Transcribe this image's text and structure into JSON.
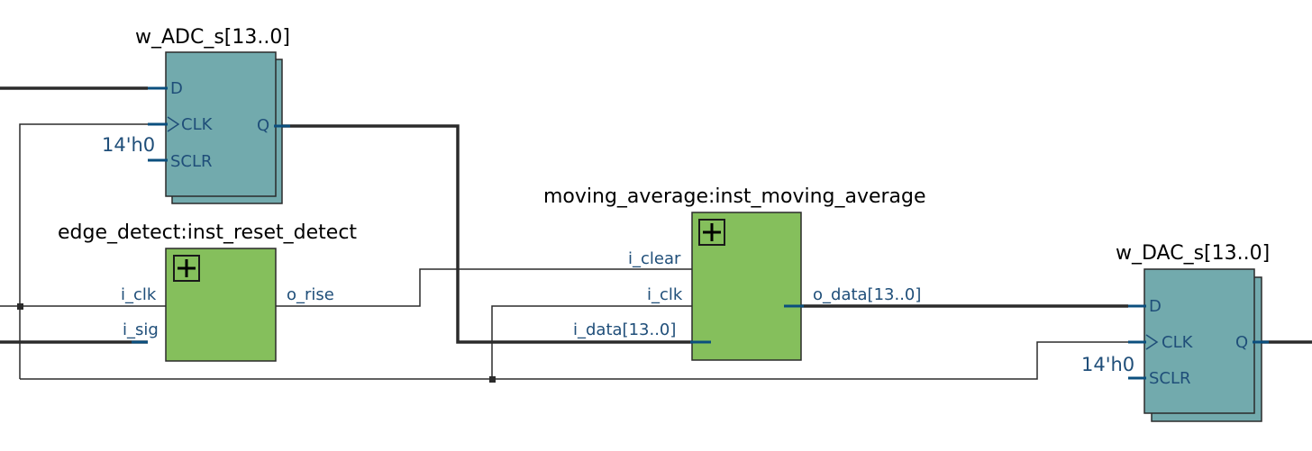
{
  "registers": {
    "adc": {
      "title": "w_ADC_s[13..0]",
      "ports": {
        "d": "D",
        "clk": "CLK",
        "sclr": "SCLR",
        "q": "Q"
      },
      "sclr_const": "14'h0"
    },
    "dac": {
      "title": "w_DAC_s[13..0]",
      "ports": {
        "d": "D",
        "clk": "CLK",
        "sclr": "SCLR",
        "q": "Q"
      },
      "sclr_const": "14'h0"
    }
  },
  "instances": {
    "edge_detect": {
      "title": "edge_detect:inst_reset_detect",
      "ports": {
        "i_clk": "i_clk",
        "i_sig": "i_sig",
        "o_rise": "o_rise"
      }
    },
    "moving_average": {
      "title": "moving_average:inst_moving_average",
      "ports": {
        "i_clear": "i_clear",
        "i_clk": "i_clk",
        "i_data": "i_data[13..0]",
        "o_data": "o_data[13..0]"
      }
    }
  },
  "colors": {
    "register_fill": "#72aaad",
    "instance_fill": "#85bf5c",
    "port_text": "#1f4e79",
    "wire": "#2b2b2b"
  },
  "icons": {
    "expand": "plus-box-icon"
  }
}
